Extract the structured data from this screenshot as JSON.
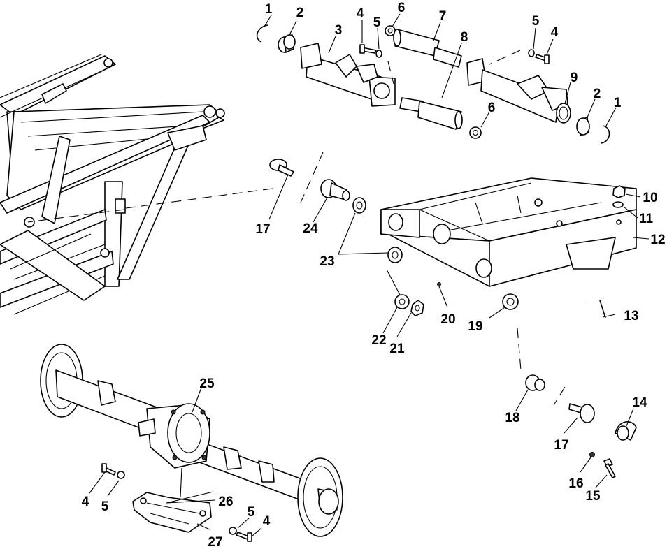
{
  "diagram": {
    "callouts": [
      "1",
      "2",
      "3",
      "4",
      "5",
      "6",
      "7",
      "8",
      "5",
      "4",
      "9",
      "2",
      "1",
      "6",
      "10",
      "11",
      "12",
      "17",
      "24",
      "23",
      "13",
      "20",
      "19",
      "22",
      "21",
      "25",
      "18",
      "14",
      "17",
      "16",
      "15",
      "4",
      "5",
      "26",
      "27",
      "5",
      "4"
    ]
  }
}
